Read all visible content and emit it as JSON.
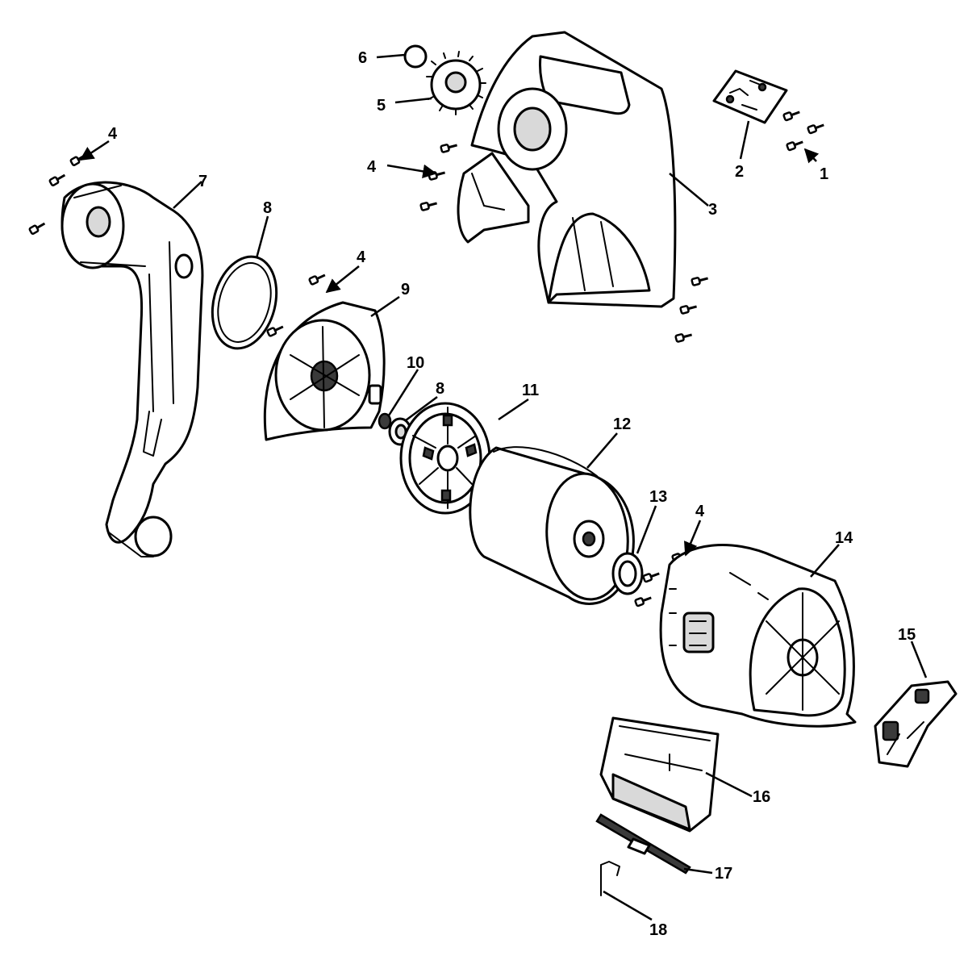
{
  "callouts": {
    "c1": "1",
    "c2": "2",
    "c3": "3",
    "c4a": "4",
    "c4b": "4",
    "c4c": "4",
    "c4d": "4",
    "c5": "5",
    "c6": "6",
    "c7": "7",
    "c8a": "8",
    "c8b": "8",
    "c9": "9",
    "c10": "10",
    "c11": "11",
    "c12": "12",
    "c13": "13",
    "c14": "14",
    "c15": "15",
    "c16": "16",
    "c17": "17",
    "c18": "18"
  },
  "colors": {
    "line": "#000000",
    "fill": "#ffffff",
    "shade": "#d9d9d9"
  }
}
